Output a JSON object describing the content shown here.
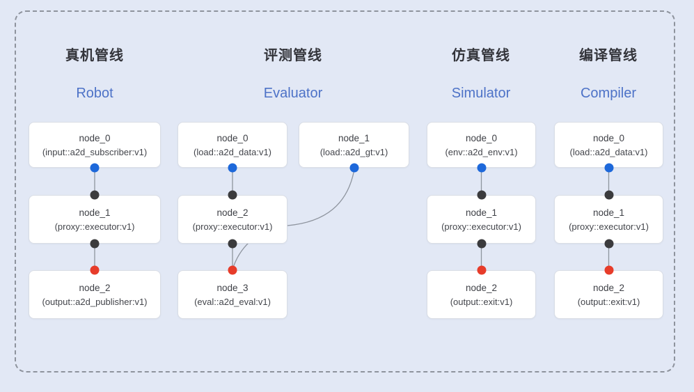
{
  "diagram_title": "pipeline-graphs",
  "pipelines": [
    {
      "title_zh": "真机管线",
      "title_en": "Robot",
      "nodes": [
        {
          "name": "node_0",
          "type": "(input::a2d_subscriber:v1)"
        },
        {
          "name": "node_1",
          "type": "(proxy::executor:v1)"
        },
        {
          "name": "node_2",
          "type": "(output::a2d_publisher:v1)"
        }
      ]
    },
    {
      "title_zh": "评测管线",
      "title_en": "Evaluator",
      "nodes": [
        {
          "name": "node_0",
          "type": "(load::a2d_data:v1)"
        },
        {
          "name": "node_1",
          "type": "(load::a2d_gt:v1)"
        },
        {
          "name": "node_2",
          "type": "(proxy::executor:v1)"
        },
        {
          "name": "node_3",
          "type": "(eval::a2d_eval:v1)"
        }
      ]
    },
    {
      "title_zh": "仿真管线",
      "title_en": "Simulator",
      "nodes": [
        {
          "name": "node_0",
          "type": "(env::a2d_env:v1)"
        },
        {
          "name": "node_1",
          "type": "(proxy::executor:v1)"
        },
        {
          "name": "node_2",
          "type": "(output::exit:v1)"
        }
      ]
    },
    {
      "title_zh": "编译管线",
      "title_en": "Compiler",
      "nodes": [
        {
          "name": "node_0",
          "type": "(load::a2d_data:v1)"
        },
        {
          "name": "node_1",
          "type": "(proxy::executor:v1)"
        },
        {
          "name": "node_2",
          "type": "(output::exit:v1)"
        }
      ]
    }
  ],
  "colors": {
    "background": "#e2e8f5",
    "frame_border": "#8e939d",
    "node_background": "#ffffff",
    "node_border": "#d9dde5",
    "title_zh_color": "#33343a",
    "title_en_color": "#4d72c7",
    "node_text": "#3d3f45",
    "connector": "#8e949e",
    "port_blue": "#1d68da",
    "port_black": "#3b3b3d",
    "port_red": "#e73c2a"
  }
}
